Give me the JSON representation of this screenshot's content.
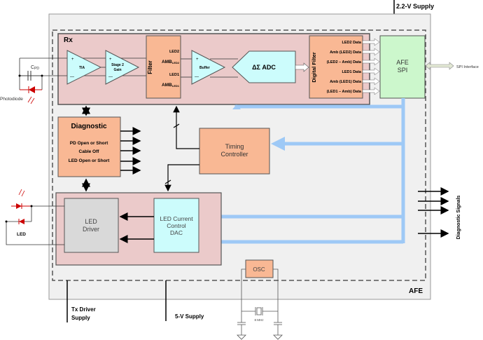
{
  "supply_top": "2.2-V Supply",
  "afe_label": "AFE",
  "rx": {
    "label": "Rx",
    "tia": "TIA",
    "stage2": [
      "Stage 2",
      "Gain"
    ],
    "filter": "Filter",
    "filter_outputs": [
      "LED2",
      "AMB",
      "LED2",
      "LED1",
      "AMB",
      "LED1"
    ],
    "buffer": "Buffer",
    "adc": "ΔΣ ADC",
    "digital_filter": "Digital Filter",
    "data_outputs": [
      "LED2 Data",
      "Amb (LED2) Data",
      "(LED2 – Amb) Data",
      "LED1 Data",
      "Amb (LED1) Data",
      "(LED1 – Amb) Data"
    ],
    "plus": "+",
    "minus": "—"
  },
  "spi": {
    "label": [
      "AFE",
      "SPI"
    ],
    "interface": "SPI Interface"
  },
  "photodiode": {
    "label": "Photodiode",
    "cap": "C",
    "cap_sub": "PD"
  },
  "diagnostic": {
    "title": "Diagnostic",
    "lines": [
      "PD Open or Short",
      "Cable Off",
      "LED Open or Short"
    ]
  },
  "timing": [
    "Timing",
    "Controller"
  ],
  "led_driver": [
    "LED",
    "Driver"
  ],
  "dac": [
    "LED Current",
    "Control",
    "DAC"
  ],
  "led_label": "LED",
  "diagnostic_signals": "Diagnostic Signals",
  "osc": "OSC",
  "crystal": "8 MHz",
  "tx_supply": [
    "Tx Driver",
    "Supply"
  ],
  "supply_5v": "5-V Supply",
  "colors": {
    "pink": "#ebcaca",
    "salmon": "#f9b894",
    "cyan": "#ccfcfc",
    "green": "#ccf7cc",
    "gray": "#d9d9d9",
    "blue_bus": "#9ec9f6",
    "red": "#cc0000"
  }
}
